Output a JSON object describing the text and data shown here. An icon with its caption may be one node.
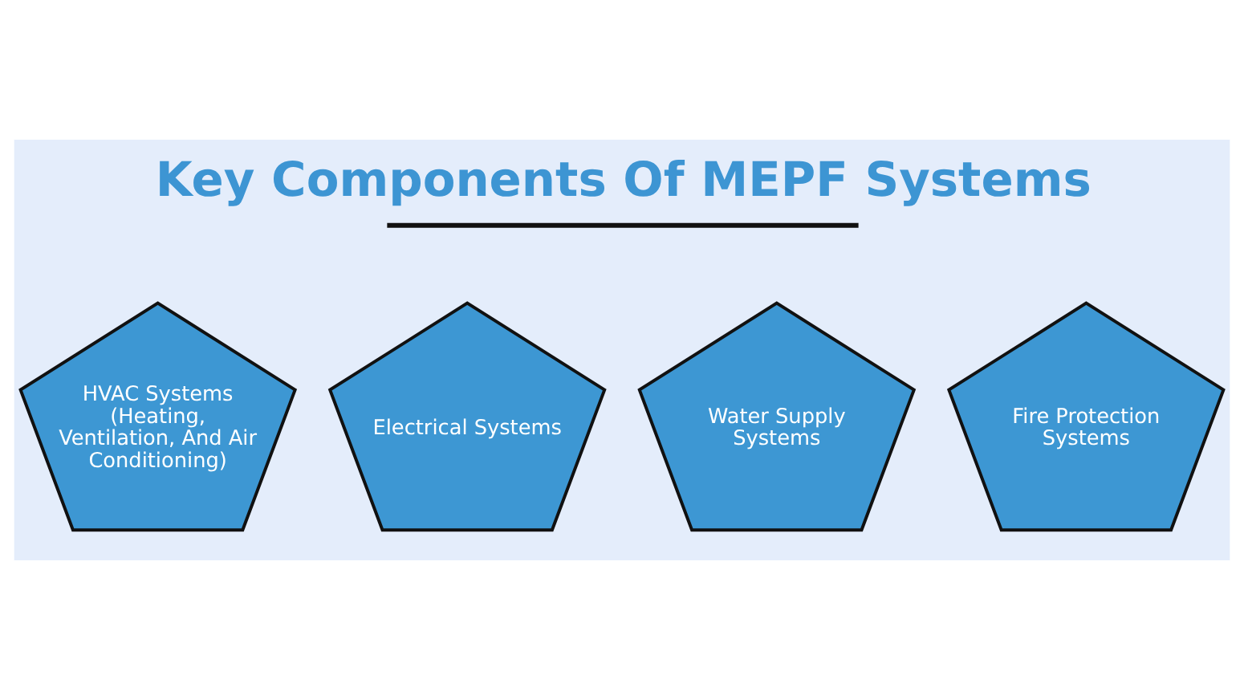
{
  "diagram": {
    "title": "Key Components Of MEPF Systems",
    "nodes": [
      {
        "text": [
          "HVAC Systems (Heating, Ventilation, And Air Conditioning)"
        ]
      },
      {
        "text": [
          "Electrical Systems"
        ]
      },
      {
        "text": [
          "Water Supply Systems"
        ]
      },
      {
        "text": [
          "Fire Protection Systems"
        ]
      }
    ]
  }
}
